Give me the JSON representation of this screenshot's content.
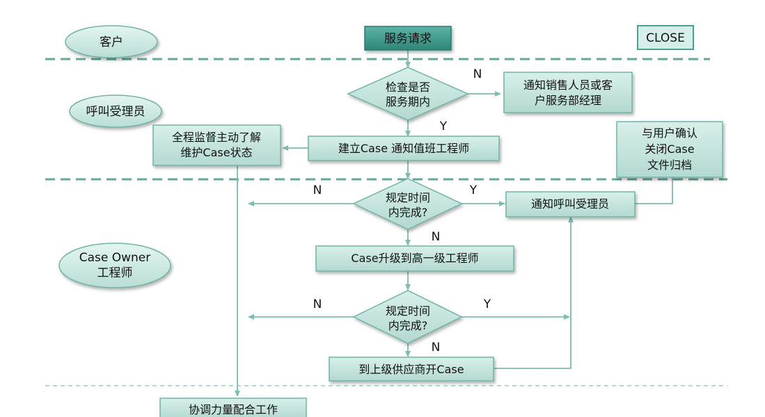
{
  "lanes": {
    "customer": "客户",
    "call_agent": "呼叫受理员",
    "case_owner_line1": "Case Owner",
    "case_owner_line2": "工程师"
  },
  "nodes": {
    "service_request": "服务请求",
    "close": "CLOSE",
    "check_service_line1": "检查是否",
    "check_service_line2": "服务期内",
    "notify_sales_line1": "通知销售人员或客",
    "notify_sales_line2": "户服务部经理",
    "create_case": "建立Case 通知值班工程师",
    "monitor_line1": "全程监督主动了解",
    "monitor_line2": "维护Case状态",
    "confirm_line1": "与用户确认",
    "confirm_line2": "关闭Case",
    "confirm_line3": "文件归档",
    "check_time1_line1": "规定时间",
    "check_time1_line2": "内完成?",
    "notify_agent": "通知呼叫受理员",
    "escalate": "Case升级到高一级工程师",
    "check_time2_line1": "规定时间",
    "check_time2_line2": "内完成?",
    "vendor_case": "到上级供应商开Case",
    "coordinate": "协调力量配合工作"
  },
  "edge_labels": {
    "check_service_no": "N",
    "check_service_yes": "Y",
    "time1_no": "N",
    "time1_yes": "Y",
    "time1_down_no": "N",
    "time2_no": "N",
    "time2_yes": "Y",
    "time2_down_no": "N"
  },
  "colors": {
    "box_fill": "#c4e2dc",
    "box_dark": "#3f9a8c",
    "edge": "#7dbcb1",
    "dash": "#5fa89b"
  }
}
